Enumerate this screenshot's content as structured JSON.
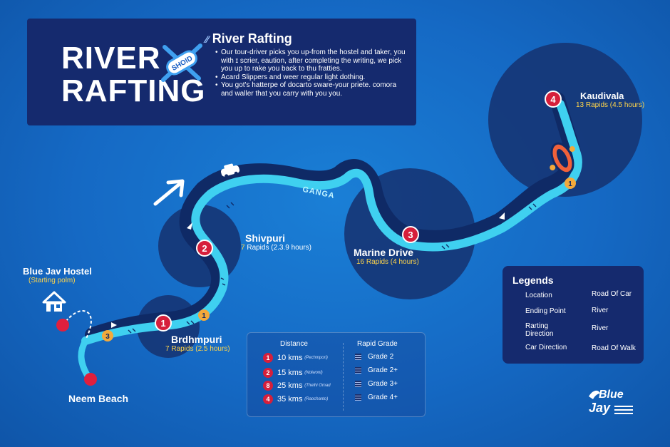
{
  "header": {
    "title_line1": "RIVER",
    "title_line2": "RAFTING",
    "logo_text": "SHOID",
    "info_title": "River Rafting",
    "info_title_glyph": "⁄⁄",
    "bullets": [
      "Our tour-driver picks yoʊ up-from the hostel and taker, you with ɪ scrier, eaution, after completing the writing, we pick you up to rake you back to thu fratties.",
      "Acard Slippers and weer regular light dothing.",
      "You got's hatterpe of docarto sware-your priete. comora and waller that you carry with you you."
    ]
  },
  "map_labels": {
    "river_name": "GANGA",
    "hostel": {
      "name": "Blue Jav Hostel",
      "sub": "(Starting polm)"
    },
    "neem_beach": {
      "name": "Neem Beach"
    },
    "brdhmpuri": {
      "name": "Brdhmpuri",
      "rapids": "7 Rapids (2.5 hours)"
    },
    "shivpuri": {
      "name": "Shivpuri",
      "rapids_count": "7",
      "rapids_rest": " Rapids (2.3.9 hours)"
    },
    "marine_drive": {
      "name": "Marine Drive",
      "rapids": "16 Rapids (4 hours)"
    },
    "kaudivala": {
      "name": "Kaudivala",
      "rapids": "13 Rapids (4.5 hours)"
    }
  },
  "markers": {
    "location": [
      "1",
      "2",
      "3",
      "4"
    ],
    "direction": [
      "3",
      "1",
      "1"
    ]
  },
  "distance_panel": {
    "distance_header": "Distance",
    "grade_header": "Rapid Grade",
    "rows": [
      {
        "num": "1",
        "km": "10 kms",
        "note": "(Pechmpori)"
      },
      {
        "num": "2",
        "km": "15 kms",
        "note": "(Noiwonl)"
      },
      {
        "num": "8",
        "km": "25 kms",
        "note": "(Thelhi Omad"
      },
      {
        "num": "4",
        "km": "35 kms",
        "note": "(Raochanto)"
      }
    ],
    "grades": [
      "Grade 2",
      "Grade 2+",
      "Grade 3+",
      "Grade 4+"
    ]
  },
  "legend": {
    "title": "Legends",
    "items": [
      "Location",
      "Ending Point",
      "Rarting",
      "Direction",
      "Car Direction",
      "Road Of Car",
      "River",
      "River",
      "Road Of Walk"
    ]
  },
  "brand": {
    "line1": "Blue",
    "line2": "Jay"
  },
  "colors": {
    "background": "#1569c4",
    "panel": "#152a6e",
    "river": "#3fd0f0",
    "road": "#0f2a66",
    "location": "#d61f3b",
    "direction": "#f3a93b",
    "highlight": "#ffd54a"
  }
}
